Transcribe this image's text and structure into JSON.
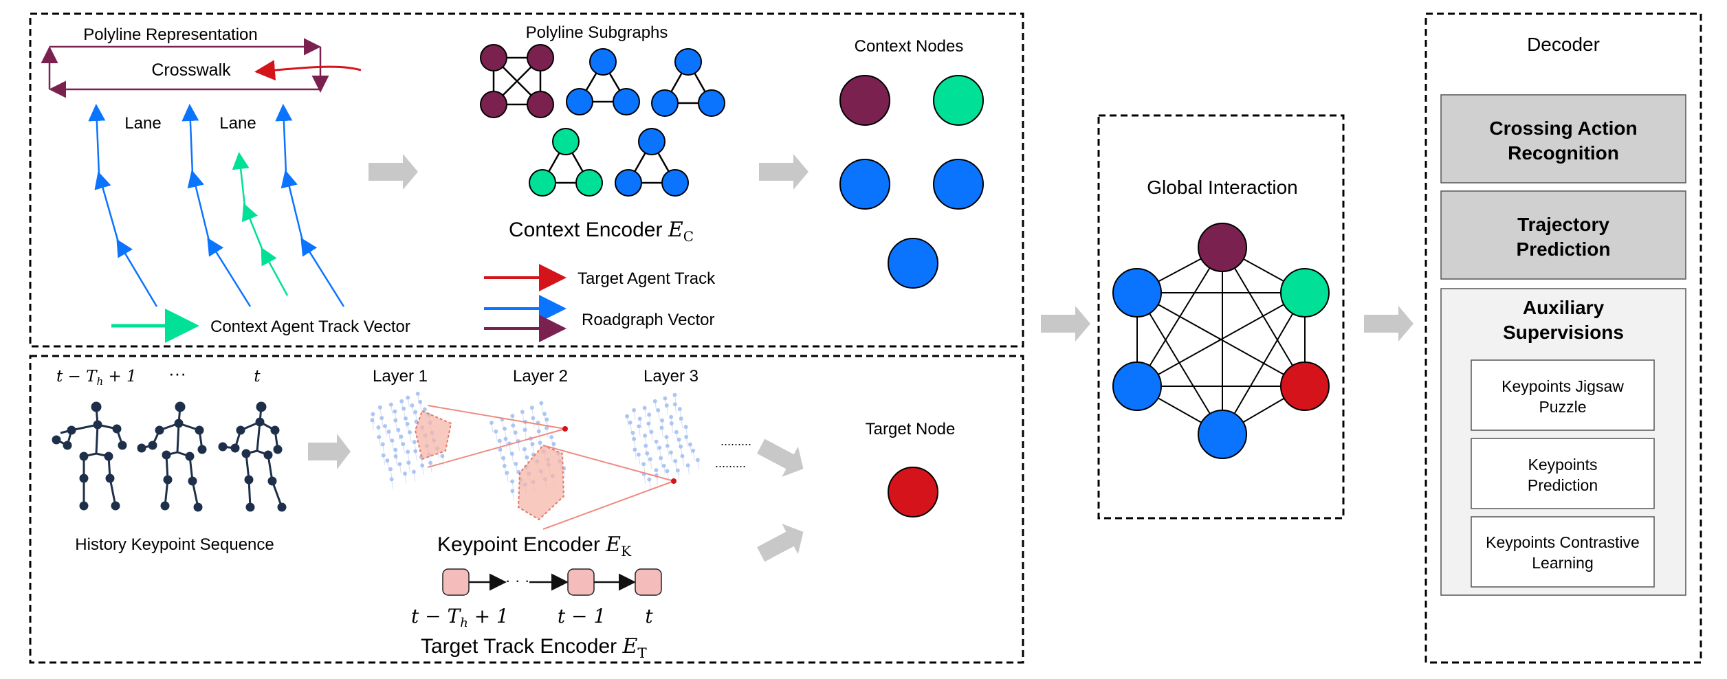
{
  "context": {
    "polyline_title": "Polyline Representation",
    "crosswalk": "Crosswalk",
    "lane_1": "Lane",
    "lane_2": "Lane",
    "subgraphs_title": "Polyline Subgraphs",
    "encoder_label": "Context Encoder",
    "encoder_symbol": "E",
    "encoder_sub": "C",
    "nodes_title": "Context Nodes",
    "legend": {
      "target_track": "Target Agent Track",
      "roadgraph": "Roadgraph Vector",
      "agent_track": "Context Agent Track Vector"
    }
  },
  "keypoint": {
    "time_start": "t − T",
    "time_start_sub": "h",
    "time_start_tail": " + 1",
    "time_dots": "···",
    "time_end": "t",
    "history_label": "History Keypoint Sequence",
    "layer_1": "Layer 1",
    "layer_2": "Layer 2",
    "layer_3": "Layer 3",
    "encoder_label": "Keypoint Encoder",
    "encoder_symbol": "E",
    "encoder_sub": "K",
    "track_t0": "t − T",
    "track_t0_sub": "h",
    "track_t0_tail": " + 1",
    "track_t1": "t − 1",
    "track_t2": "t",
    "track_encoder_label": "Target Track Encoder",
    "track_encoder_symbol": "E",
    "track_encoder_sub": "T",
    "target_node": "Target Node"
  },
  "global": {
    "title": "Global Interaction"
  },
  "decoder": {
    "title": "Decoder",
    "crossing_1": "Crossing Action",
    "crossing_2": "Recognition",
    "trajectory_1": "Trajectory",
    "trajectory_2": "Prediction",
    "aux_1": "Auxiliary",
    "aux_2": "Supervisions",
    "jigsaw_1": "Keypoints Jigsaw",
    "jigsaw_2": "Puzzle",
    "kp_pred_1": "Keypoints",
    "kp_pred_2": "Prediction",
    "contrastive_1": "Keypoints Contrastive",
    "contrastive_2": "Learning"
  },
  "colors": {
    "purple": "#7a2150",
    "blue": "#0a74ff",
    "green": "#00e096",
    "red": "#d4141a",
    "gray_arrow": "#c8c8c8",
    "joint": "#1e2f4a",
    "decoder_fill": "#d0d0d0"
  }
}
